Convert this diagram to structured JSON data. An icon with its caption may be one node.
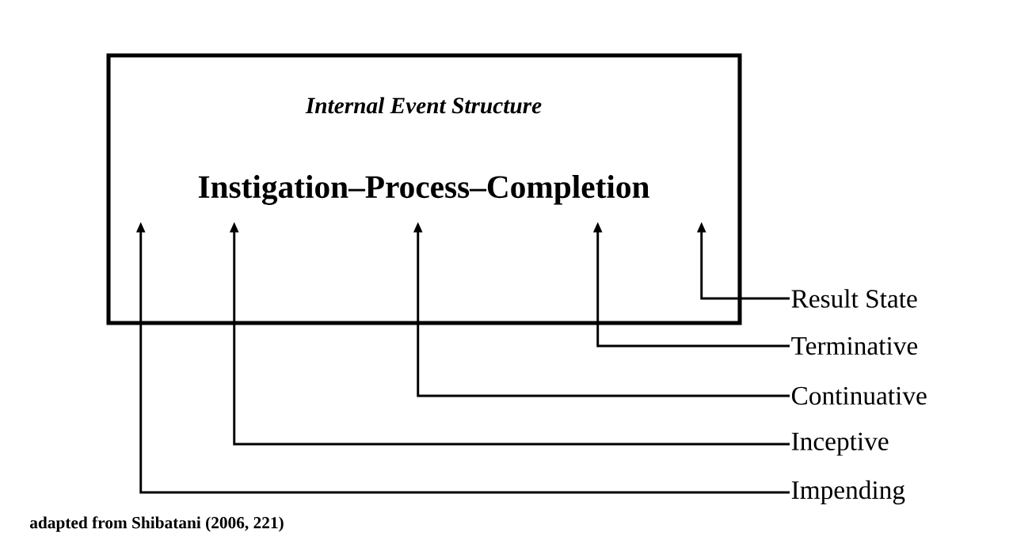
{
  "diagram": {
    "caption": "adapted from Shibatani (2006, 221)",
    "nodes": [
      {
        "text": [
          "Internal Event Structure",
          "Instigation–Process–Completion"
        ]
      },
      {
        "text": [
          "Result State"
        ]
      },
      {
        "text": [
          "Terminative"
        ]
      },
      {
        "text": [
          "Continuative"
        ]
      },
      {
        "text": [
          "Inceptive"
        ]
      },
      {
        "text": [
          "Impending"
        ]
      }
    ],
    "edges": [
      {
        "from": 1,
        "to": 0,
        "arrow": "to"
      },
      {
        "from": 2,
        "to": 0,
        "arrow": "to"
      },
      {
        "from": 3,
        "to": 0,
        "arrow": "to"
      },
      {
        "from": 4,
        "to": 0,
        "arrow": "to"
      },
      {
        "from": 5,
        "to": 0,
        "arrow": "to"
      }
    ]
  }
}
